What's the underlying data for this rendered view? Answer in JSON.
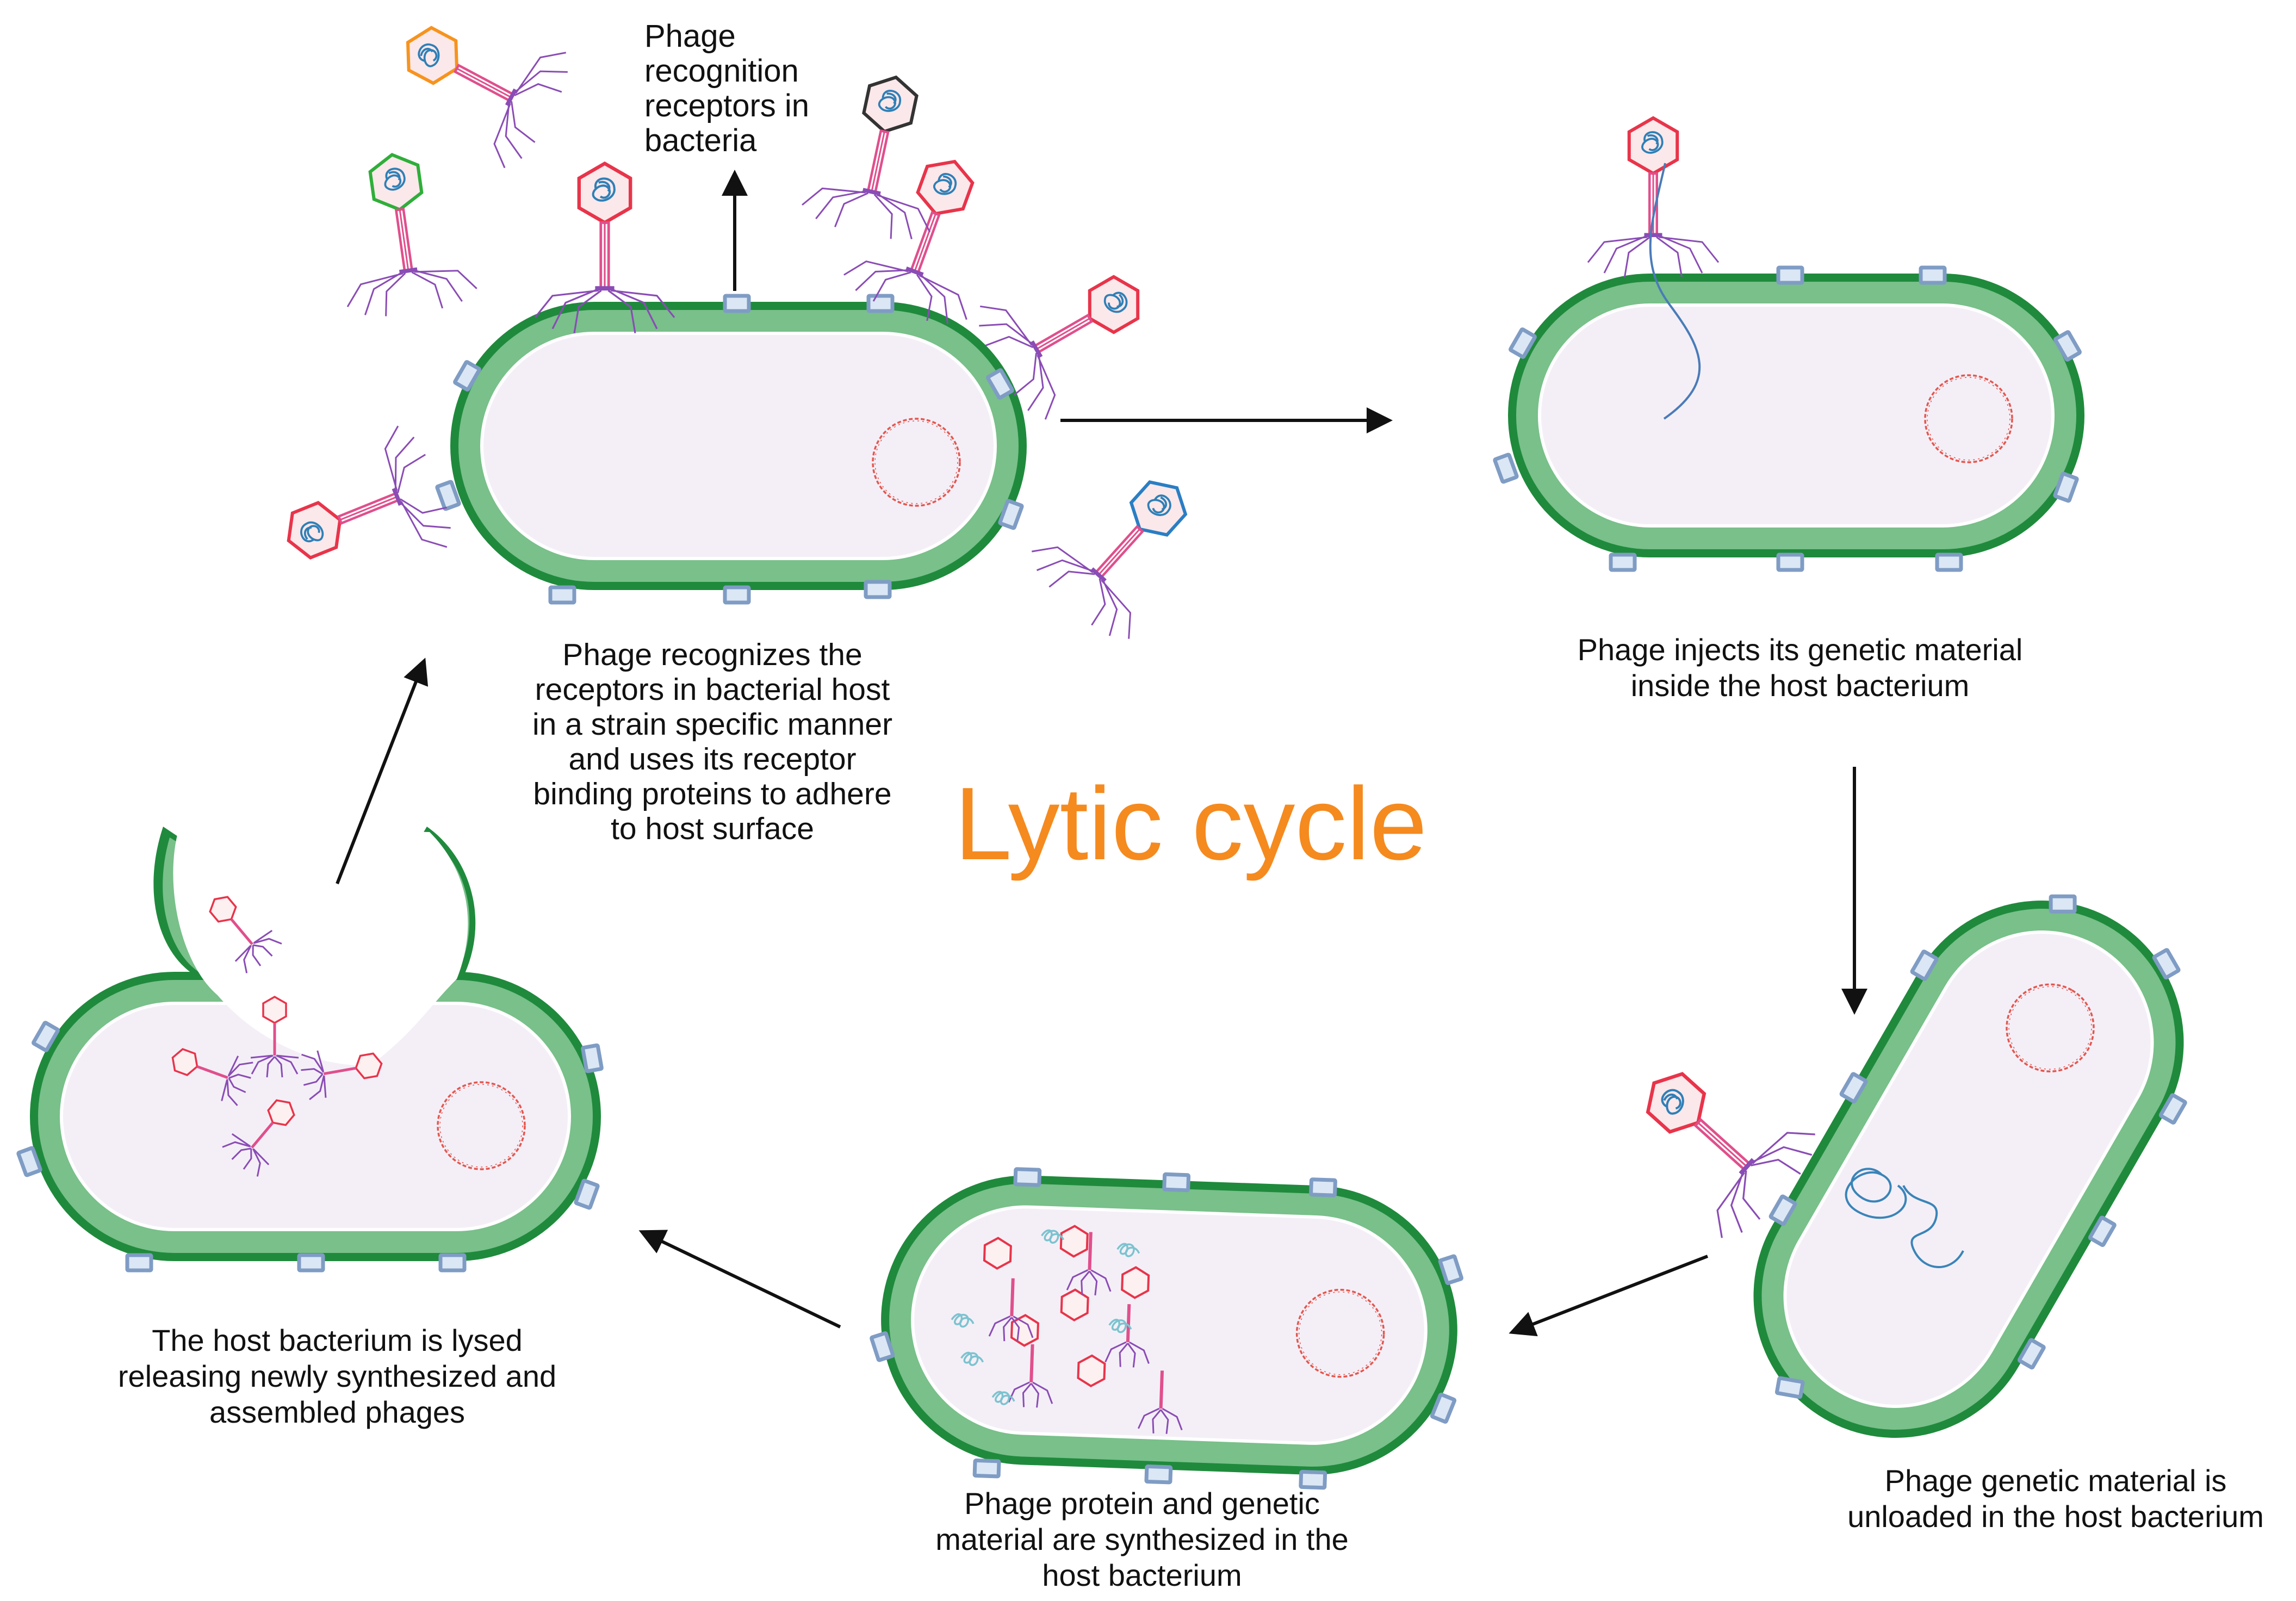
{
  "title": "Lytic cycle",
  "colors": {
    "title": "#f58a1f",
    "cell_wall_outer": "#1f8a3c",
    "cell_wall_inner": "#79c08a",
    "cytoplasm": "#f4eff7",
    "receptor_fill": "#dbe7f5",
    "receptor_stroke": "#7f9cc4",
    "nucleoid": "#e4574f",
    "phage_red": "#e8344a",
    "phage_tail": "#e04f8c",
    "tail_fibers": "#8a4cb5",
    "dna": "#3a84b8",
    "arrow": "#111111"
  },
  "captions": {
    "receptor_label": "Phage\nrecognition\nreceptors in\nbacteria",
    "step1": "Phage recognizes the\nreceptors in bacterial host\nin a strain specific manner\nand uses its receptor\nbinding proteins to adhere\nto host surface",
    "step2": "Phage injects its genetic material\ninside the host bacterium",
    "step3": "Phage genetic material is\nunloaded in the host bacterium",
    "step4": "Phage protein and genetic\nmaterial are synthesized in the\nhost bacterium",
    "step5": "The host bacterium  is lysed\nreleasing  newly synthesized and\nassembled phages"
  },
  "icons": {
    "phage": "bacteriophage-icon",
    "receptor": "receptor-icon",
    "nucleoid": "nucleoid-icon",
    "dna": "dna-strand-icon",
    "arrow": "cycle-arrow-icon"
  }
}
